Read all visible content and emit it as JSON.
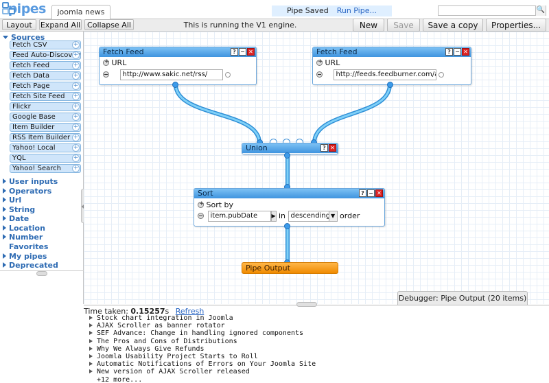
{
  "header": {
    "logo_text": "pipes",
    "pipe_name": "joomla news",
    "status": "Pipe Saved",
    "run_link": "Run Pipe...",
    "search_placeholder": ""
  },
  "toolbar": {
    "layout": "Layout",
    "expand_all": "Expand All",
    "collapse_all": "Collapse All",
    "engine_message": "This is running the V1 engine.",
    "new": "New",
    "save": "Save",
    "save_copy": "Save a copy",
    "properties": "Properties..."
  },
  "sidebar": {
    "sources_label": "Sources",
    "sources": [
      "Fetch CSV",
      "Feed Auto-Discovery",
      "Fetch Feed",
      "Fetch Data",
      "Fetch Page",
      "Fetch Site Feed",
      "Flickr",
      "Google Base",
      "Item Builder",
      "RSS Item Builder",
      "Yahoo! Local",
      "YQL",
      "Yahoo! Search"
    ],
    "categories": [
      "User inputs",
      "Operators",
      "Url",
      "String",
      "Date",
      "Location",
      "Number",
      "Favorites",
      "My pipes",
      "Deprecated"
    ]
  },
  "modules": {
    "fetch1": {
      "title": "Fetch Feed",
      "url_label": "URL",
      "url_value": "http://www.sakic.net/rss/"
    },
    "fetch2": {
      "title": "Fetch Feed",
      "url_label": "URL",
      "url_value": "http://feeds.feedburner.com/alledi"
    },
    "union": {
      "title": "Union"
    },
    "sort": {
      "title": "Sort",
      "sort_by_label": "Sort by",
      "field_value": "item.pubDate",
      "in_label": "in",
      "order_value": "descending",
      "order_label": "order"
    },
    "output": {
      "title": "Pipe Output"
    },
    "ctrl_help": "?",
    "ctrl_min": "−",
    "ctrl_close": "✕"
  },
  "debugger": {
    "tab_label": "Debugger: Pipe Output (20 items)",
    "time_label": "Time taken:",
    "time_value": "0.15257",
    "time_unit": "s",
    "refresh": "Refresh",
    "items": [
      "Stock chart integration in Joomla",
      "AJAX Scroller as banner rotator",
      "SEF Advance: Change in handling ignored components",
      "The Pros and Cons of Distributions",
      "Why We Always Give Refunds",
      "Joomla Usability Project Starts to Roll",
      "Automatic Notifications of Errors on Your Joomla Site",
      "New version of AJAX Scroller released"
    ],
    "more": "+12 more..."
  },
  "colors": {
    "module_header": "#3f94df",
    "wire": "#4fb6ee",
    "output_header": "#f08a00",
    "link": "#2a66c4"
  }
}
